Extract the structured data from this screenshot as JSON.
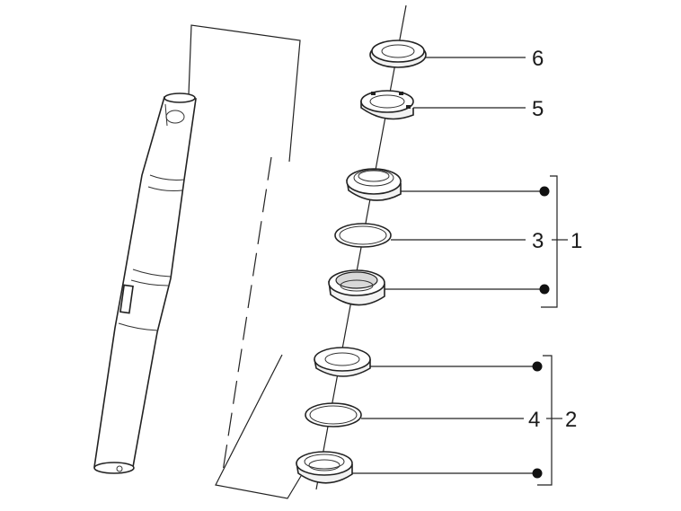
{
  "diagram": {
    "callouts": [
      {
        "id": "6",
        "text": "6"
      },
      {
        "id": "5",
        "text": "5"
      },
      {
        "id": "3",
        "text": "3"
      },
      {
        "id": "1",
        "text": "1"
      },
      {
        "id": "4",
        "text": "4"
      },
      {
        "id": "2",
        "text": "2"
      }
    ],
    "colors": {
      "line": "#222222",
      "background": "#ffffff",
      "part_fill": "#f2f2f2"
    }
  }
}
